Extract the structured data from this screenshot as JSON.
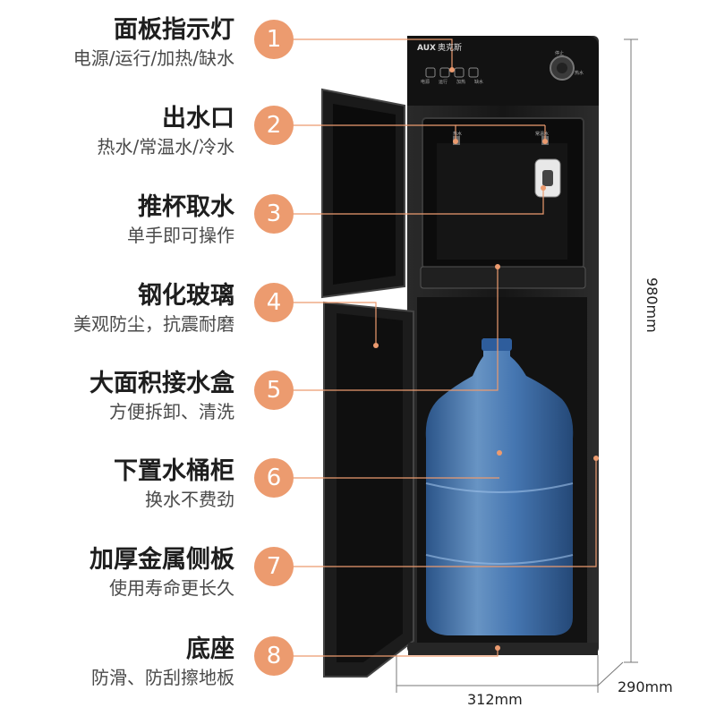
{
  "features": [
    {
      "number": "1",
      "title": "面板指示灯",
      "subtitle": "电源/运行/加热/缺水"
    },
    {
      "number": "2",
      "title": "出水口",
      "subtitle": "热水/常温水/冷水"
    },
    {
      "number": "3",
      "title": "推杯取水",
      "subtitle": "单手即可操作"
    },
    {
      "number": "4",
      "title": "钢化玻璃",
      "subtitle": "美观防尘，抗震耐磨"
    },
    {
      "number": "5",
      "title": "大面积接水盒",
      "subtitle": "方便拆卸、清洗"
    },
    {
      "number": "6",
      "title": "下置水桶柜",
      "subtitle": "换水不费劲"
    },
    {
      "number": "7",
      "title": "加厚金属侧板",
      "subtitle": "使用寿命更长久"
    },
    {
      "number": "8",
      "title": "底座",
      "subtitle": "防滑、防刮擦地板"
    }
  ],
  "product": {
    "brand": "AUX",
    "brand_cn": "奥克斯",
    "panel_buttons": [
      "电源",
      "运行",
      "加热",
      "缺水"
    ],
    "outlet_labels": [
      "热水",
      "常温水"
    ],
    "knob_labels": [
      "停止",
      "热水"
    ]
  },
  "dimensions": {
    "height": "980mm",
    "width": "312mm",
    "depth": "290mm"
  },
  "colors": {
    "accent": "#ec9b6f",
    "cabinet": "#1b1b1b",
    "bottle": "#3f6fa8"
  }
}
